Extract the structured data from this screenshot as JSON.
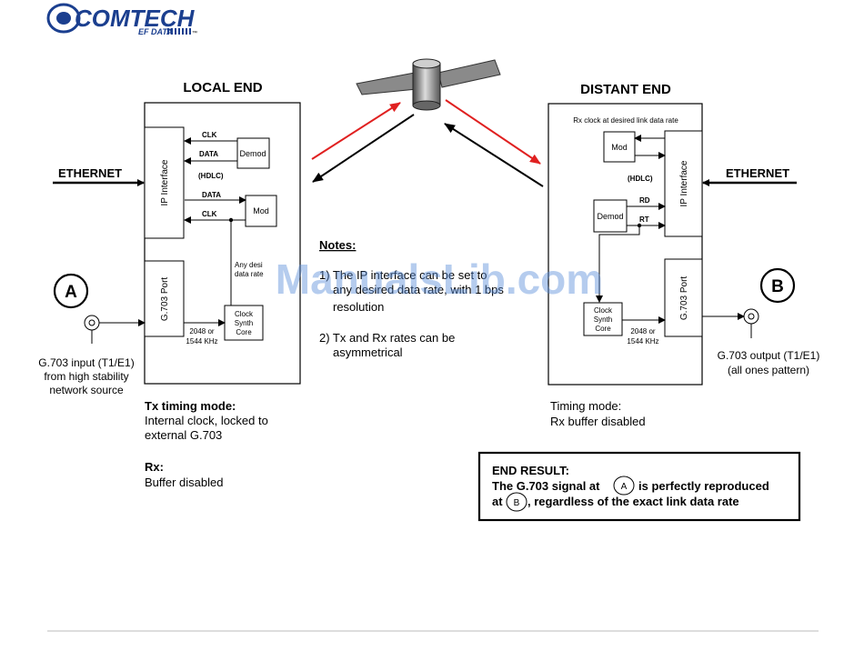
{
  "logo": {
    "brand": "COMTECH",
    "sub": "EF DATA",
    "trademark": "™"
  },
  "watermark": "ManualsLib.com",
  "local": {
    "title": "LOCAL END",
    "ethernet": "ETHERNET",
    "ip_interface": "IP Interface",
    "g703_port": "G.703 Port",
    "demod": "Demod",
    "mod": "Mod",
    "clk1": "CLK",
    "data1": "DATA",
    "hdlc": "(HDLC)",
    "data2": "DATA",
    "clk2": "CLK",
    "any_line1": "Any desi",
    "any_line2": "data rate",
    "clock_synth": [
      "Clock",
      "Synth",
      "Core"
    ],
    "rate1": "2048 or",
    "rate2": "1544 KHz",
    "marker": "A",
    "input_text": [
      "G.703 input (T1/E1)",
      "from high stability",
      "network source"
    ],
    "tx_title": "Tx timing mode:",
    "tx_lines": [
      "Internal clock, locked to",
      "external G.703"
    ],
    "rx_title": "Rx:",
    "rx_line": "Buffer disabled"
  },
  "distant": {
    "title": "DISTANT END",
    "rx_clock": "Rx clock at desired link data rate",
    "ethernet": "ETHERNET",
    "ip_interface": "IP Interface",
    "g703_port": "G.703 Port",
    "mod": "Mod",
    "demod": "Demod",
    "hdlc": "(HDLC)",
    "rd": "RD",
    "rt": "RT",
    "clock_synth": [
      "Clock",
      "Synth",
      "Core"
    ],
    "rate1": "2048 or",
    "rate2": "1544 KHz",
    "marker": "B",
    "output_text": [
      "G.703 output (T1/E1)",
      "(all ones pattern)"
    ],
    "timing_title": "Timing mode:",
    "timing_line": "Rx buffer disabled"
  },
  "notes": {
    "title": "Notes:",
    "n1": [
      "1) The IP interface can be set to",
      "any desired data rate, with 1 bps",
      "resolution"
    ],
    "n2": [
      "2) Tx and Rx rates can be",
      "asymmetrical"
    ]
  },
  "end_result": {
    "title": "END RESULT:",
    "line1_pre": "The G.703 signal at",
    "marker_a": "A",
    "line1_post": "is perfectly reproduced",
    "line2_pre": "at",
    "marker_b": "B",
    "line2_post": ", regardless of the exact link data rate"
  },
  "colors": {
    "uplink": "#e02020",
    "downlink": "#000000",
    "logo_blue": "#1b3f8f",
    "footer_rule": "#bbbbbb"
  }
}
